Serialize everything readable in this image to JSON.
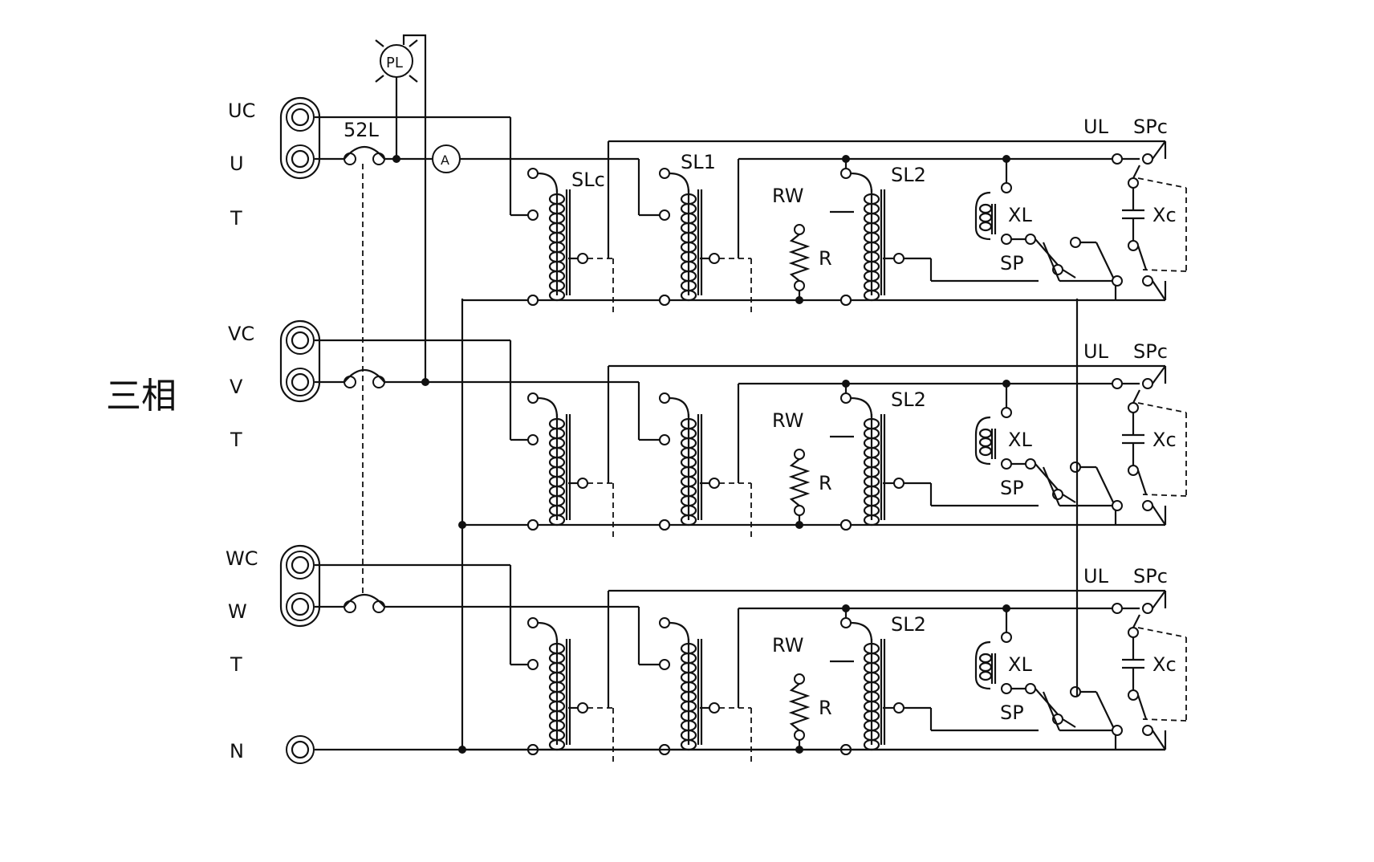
{
  "system_label": "三相",
  "terminals": {
    "uc": "UC",
    "u": "U",
    "t1": "T",
    "vc": "VC",
    "v": "V",
    "t2": "T",
    "wc": "WC",
    "w": "W",
    "t3": "T",
    "n": "N"
  },
  "top_components": {
    "pilot_lamp": "PL",
    "breaker": "52L",
    "ammeter": "A"
  },
  "phase_rows": [
    {
      "slc": "SLc",
      "sl1": "SL1",
      "rw": "RW",
      "r": "R",
      "sl2": "SL2",
      "xl": "XL",
      "sp": "SP",
      "ul": "UL",
      "spc": "SPc",
      "xc": "Xc"
    },
    {
      "slc": "",
      "sl1": "",
      "rw": "RW",
      "r": "R",
      "sl2": "SL2",
      "xl": "XL",
      "sp": "SP",
      "ul": "UL",
      "spc": "SPc",
      "xc": "Xc"
    },
    {
      "slc": "",
      "sl1": "",
      "rw": "RW",
      "r": "R",
      "sl2": "SL2",
      "xl": "XL",
      "sp": "SP",
      "ul": "UL",
      "spc": "SPc",
      "xc": "Xc"
    }
  ]
}
